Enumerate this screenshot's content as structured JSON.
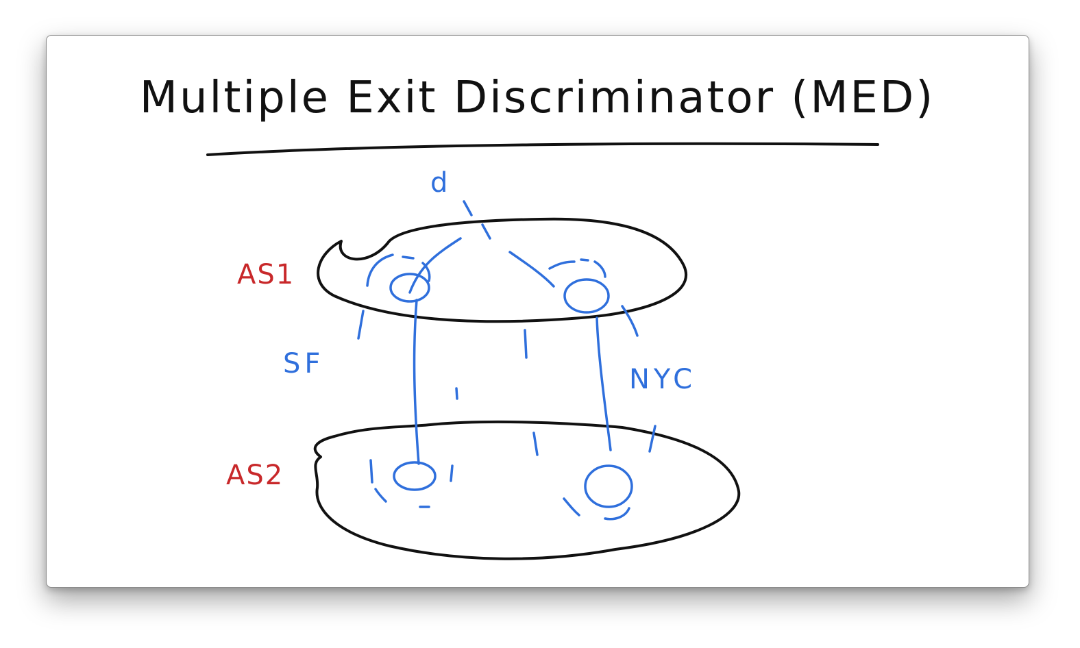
{
  "title": "Multiple Exit Discriminator (MED)",
  "destination_label": "d",
  "as1_label": "AS1",
  "as2_label": "AS2",
  "left_link_label": "SF",
  "right_link_label": "NYC",
  "colors": {
    "ink": "#111111",
    "blue": "#2f6fdc",
    "red": "#c8282a"
  }
}
